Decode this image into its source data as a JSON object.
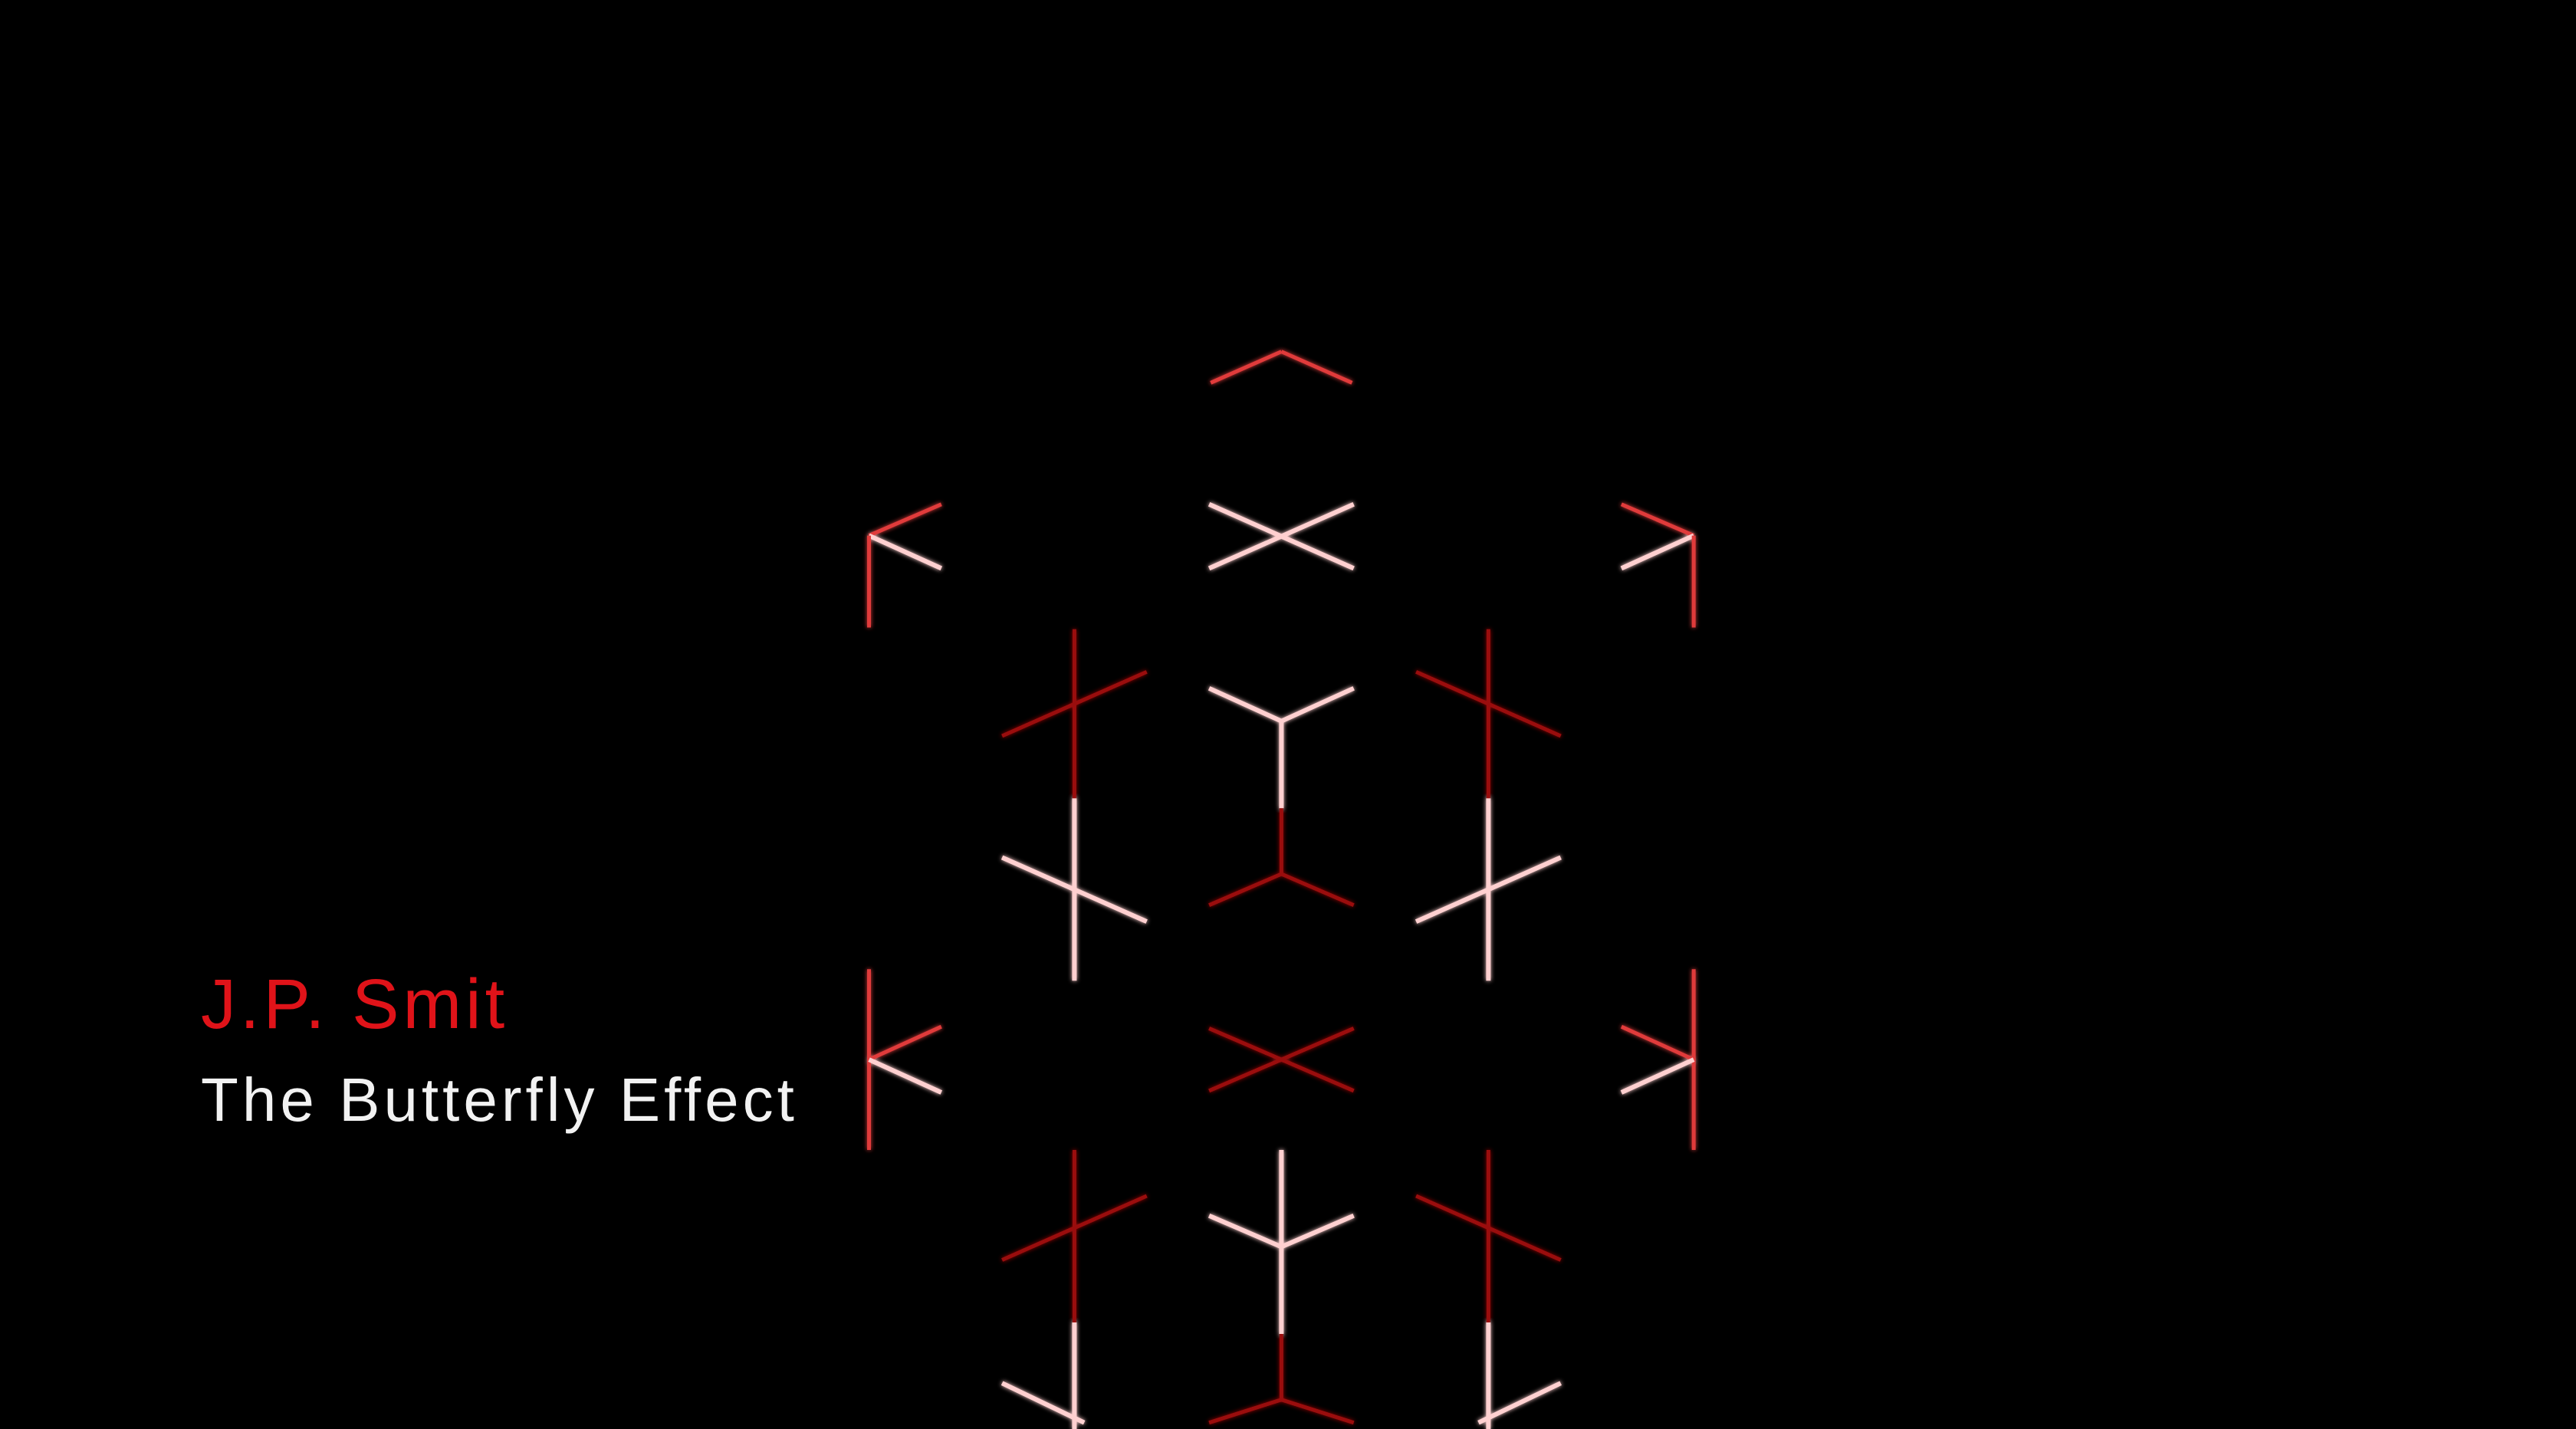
{
  "video": {
    "artist": "J.P. Smit",
    "title": "The Butterfly Effect"
  },
  "colors": {
    "background": "#000000",
    "artist_text": "#e01319",
    "title_text": "#f2f2f2",
    "line_bright": "#ffd0d0",
    "line_mid": "#e03a3a",
    "line_dark": "#9a1010"
  },
  "graphic": {
    "motif": "red-white-isometric-cube-lattice"
  }
}
